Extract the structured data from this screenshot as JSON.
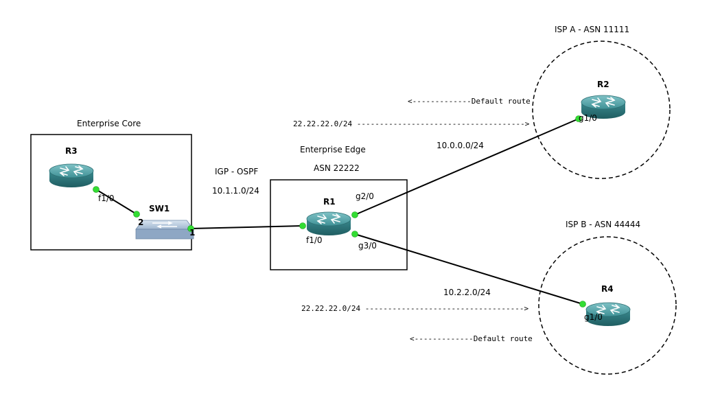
{
  "zones": {
    "core": "Enterprise Core",
    "edge": "Enterprise Edge",
    "edge_asn": "ASN 22222",
    "isp_a": "ISP A - ASN 11111",
    "isp_b": "ISP B - ASN 44444"
  },
  "devices": {
    "r1": "R1",
    "r2": "R2",
    "r3": "R3",
    "r4": "R4",
    "sw1": "SW1"
  },
  "interfaces": {
    "r3_f10": "f1/0",
    "sw1_p2": "2",
    "sw1_p1": "1",
    "r1_f10": "f1/0",
    "r1_g20": "g2/0",
    "r1_g30": "g3/0",
    "r2_g10": "g1/0",
    "r4_g10": "g1/0"
  },
  "links": {
    "igp": "IGP - OSPF",
    "core_edge_subnet": "10.1.1.0/24",
    "r1_r2_subnet": "10.0.0.0/24",
    "r1_r4_subnet": "10.2.2.0/24"
  },
  "routes": {
    "top_default": "<-------------Default route",
    "top_prefix": "22.22.22.0/24 ------------------------------------->",
    "bottom_prefix": "22.22.22.0/24 ----------------------------------->",
    "bottom_default": "<-------------Default route"
  },
  "colors": {
    "router": "#4a9a9e",
    "router_dark": "#2d6e72",
    "switch": "#aec3dc",
    "port_dot": "#33dd33"
  }
}
